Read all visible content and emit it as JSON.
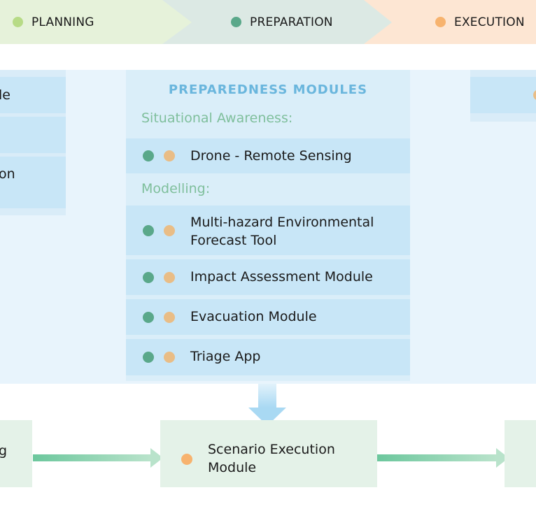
{
  "phases": [
    {
      "label": "PLANNING",
      "color": "#b7db86"
    },
    {
      "label": "PREPARATION",
      "color": "#5aa88a"
    },
    {
      "label": "EXECUTION",
      "color": "#f7b36e"
    }
  ],
  "left_column": {
    "rows": [
      "le",
      "",
      "on"
    ]
  },
  "preparedness": {
    "title": "PREPAREDNESS MODULES",
    "sections": [
      {
        "label": "Situational Awareness:"
      },
      {
        "label": "Modelling:"
      }
    ],
    "modules": [
      {
        "label_lines": [
          "Drone - Remote Sensing"
        ]
      },
      {
        "label_lines": [
          "Multi-hazard Environmental",
          "Forecast Tool"
        ]
      },
      {
        "label_lines": [
          "Impact Assessment Module"
        ]
      },
      {
        "label_lines": [
          "Evacuation Module"
        ]
      },
      {
        "label_lines": [
          "Triage App"
        ]
      }
    ],
    "dot_colors": [
      "#5aa88a",
      "#e9bd86"
    ]
  },
  "flow": {
    "left_box_label": "g",
    "center_box_lines": [
      "Scenario Execution",
      "Module"
    ],
    "center_dot_color": "#f7b36e"
  }
}
